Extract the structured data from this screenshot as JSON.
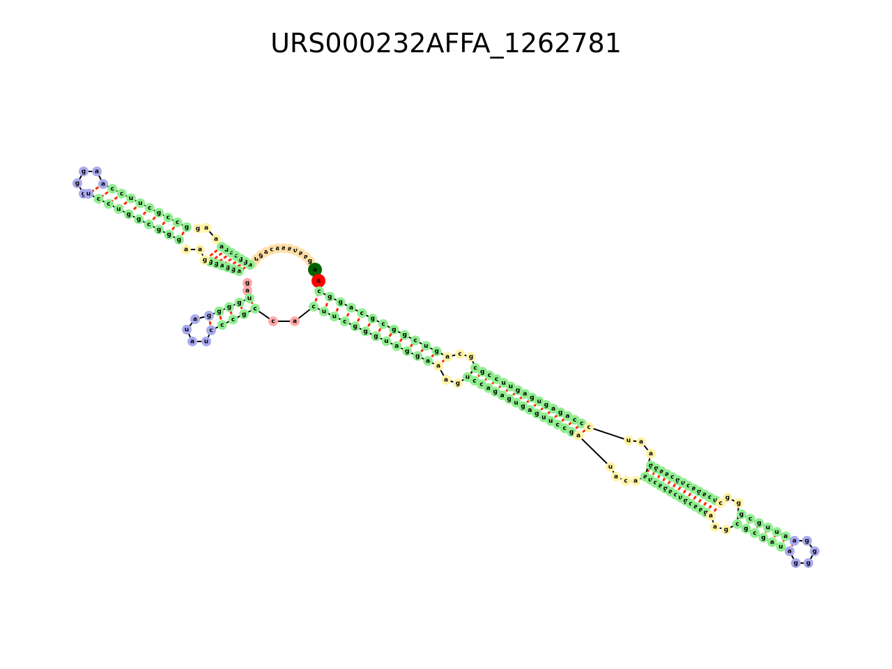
{
  "title": "URS000232AFFA_1262781",
  "legend_colors": {
    "stem": "#90ee90",
    "hairpin_loop": "#aaaaee",
    "interior_loop": "#fff3a8",
    "multiloop": "#ffaaaa",
    "exterior": "#ffdfa8",
    "five_prime": "#006400",
    "three_prime": "#ff0000",
    "pair_bond": "#ff2a00",
    "backbone": "#000000"
  },
  "nucleotides": {
    "exterior_5p": [
      "u",
      "u",
      "g",
      "a",
      "c",
      "a",
      "a",
      "a",
      "u",
      "a",
      "a",
      "g"
    ],
    "five_prime_end": "a",
    "three_prime_end": "a",
    "multiloop_left": [
      "g",
      "a"
    ],
    "multiloop_bottom": [
      "c",
      "a"
    ],
    "stem_top_left_5p": [
      "g",
      "c",
      "c",
      "g",
      "c",
      "u",
      "u"
    ],
    "stem_top_left_3p": [
      "g",
      "g",
      "g",
      "c",
      "g",
      "g",
      "u"
    ],
    "hairpin_top_left": [
      "a",
      "a",
      "g",
      "g"
    ],
    "stem_top_mid": [
      "a",
      "g",
      "g",
      "c",
      "c",
      "u",
      "a"
    ],
    "stem_left_short_5p": [
      "c",
      "g",
      "c",
      "c",
      "c"
    ],
    "stem_left_short_3p": [
      "u",
      "g",
      "g",
      "g",
      "c"
    ],
    "hairpin_left_short": [
      "g",
      "a",
      "u",
      "a"
    ],
    "stem_long_5p": [
      "c",
      "u",
      "u",
      "c",
      "g",
      "g",
      "g",
      "u",
      "a",
      "g",
      "g",
      "a",
      "c"
    ],
    "stem_long_3p": [
      "c",
      "g",
      "g",
      "a",
      "c",
      "g",
      "c",
      "g",
      "g",
      "c",
      "u",
      "g",
      "u"
    ],
    "interior_1": [
      "a",
      "a",
      "g",
      "u",
      "c"
    ],
    "stem_long_mid": [
      "u",
      "c",
      "c",
      "a",
      "g",
      "a",
      "g",
      "u",
      "g",
      "a",
      "g",
      "u",
      "u",
      "c",
      "c",
      "g",
      "c"
    ],
    "interior_2": [
      "a",
      "u",
      "a",
      "c",
      "a",
      "a",
      "a"
    ],
    "stem_long_lower": [
      "a",
      "u",
      "c",
      "a",
      "g",
      "a",
      "c",
      "u",
      "g",
      "c",
      "a",
      "a",
      "g",
      "g"
    ],
    "interior_3": [
      "a",
      "a",
      "g",
      "g"
    ],
    "stem_bottom_right_5p": [
      "c",
      "g",
      "c",
      "g",
      "a"
    ],
    "stem_bottom_right_3p": [
      "g",
      "c",
      "g",
      "u",
      "u",
      "a"
    ],
    "hairpin_bottom_right": [
      "a",
      "g",
      "g",
      "g"
    ]
  }
}
